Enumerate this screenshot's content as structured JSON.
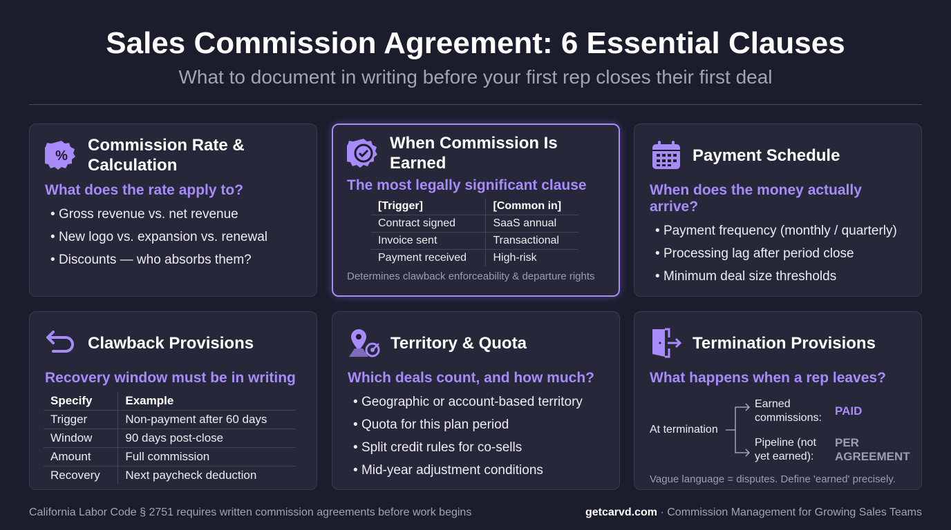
{
  "header": {
    "title": "Sales Commission Agreement: 6 Essential Clauses",
    "subtitle": "What to document in writing before your first rep closes their first deal"
  },
  "colors": {
    "background": "#1b1c2c",
    "card": "#262738",
    "accent": "#a78bfa",
    "muted_tag": "#9c9db0"
  },
  "cards": [
    {
      "icon": "percent-badge-icon",
      "title_l1": "Commission Rate &",
      "title_l2": "Calculation",
      "subtitle": "What does the rate apply to?",
      "bullets": [
        "Gross revenue vs. net revenue",
        "New logo vs. expansion vs. renewal",
        "Discounts — who absorbs them?"
      ]
    },
    {
      "icon": "check-badge-icon",
      "title": "When Commission Is Earned",
      "subtitle": "The most legally significant clause",
      "table": {
        "headers": [
          "[Trigger]",
          "[Common in]"
        ],
        "rows": [
          [
            "Contract signed",
            "SaaS annual"
          ],
          [
            "Invoice sent",
            "Transactional"
          ],
          [
            "Payment received",
            "High-risk"
          ]
        ]
      },
      "note": "Determines clawback enforceability & departure rights",
      "highlighted": true
    },
    {
      "icon": "calendar-icon",
      "title": "Payment Schedule",
      "subtitle": "When does the money actually arrive?",
      "bullets": [
        "Payment frequency (monthly / quarterly)",
        "Processing lag after period close",
        "Minimum deal size thresholds"
      ]
    },
    {
      "icon": "undo-arrow-icon",
      "title": "Clawback Provisions",
      "subtitle": "Recovery window must be in writing",
      "table": {
        "headers": [
          "Specify",
          "Example"
        ],
        "rows": [
          [
            "Trigger",
            "Non-payment after 60 days"
          ],
          [
            "Window",
            "90 days post-close"
          ],
          [
            "Amount",
            "Full commission"
          ],
          [
            "Recovery",
            "Next paycheck deduction"
          ]
        ]
      }
    },
    {
      "icon": "map-pin-target-icon",
      "title": "Territory & Quota",
      "subtitle": "Which deals count, and how much?",
      "bullets": [
        "Geographic or account-based territory",
        "Quota for this plan period",
        "Split credit rules for co-sells",
        "Mid-year adjustment conditions"
      ]
    },
    {
      "icon": "door-exit-icon",
      "title": "Termination Provisions",
      "subtitle": "What happens when a rep leaves?",
      "flow": {
        "root": "At termination",
        "branch1_l1": "Earned",
        "branch1_l2": "commissions:",
        "branch1_tag": "PAID",
        "branch2_l1": "Pipeline (not",
        "branch2_l2": "yet earned):",
        "branch2_tag_l1": "PER",
        "branch2_tag_l2": "AGREEMENT"
      },
      "note": "Vague language = disputes. Define 'earned' precisely."
    }
  ],
  "footer": {
    "left": "California Labor Code § 2751 requires written commission agreements before work begins",
    "brand": "getcarvd.com",
    "right": " · Commission Management for Growing Sales Teams"
  }
}
